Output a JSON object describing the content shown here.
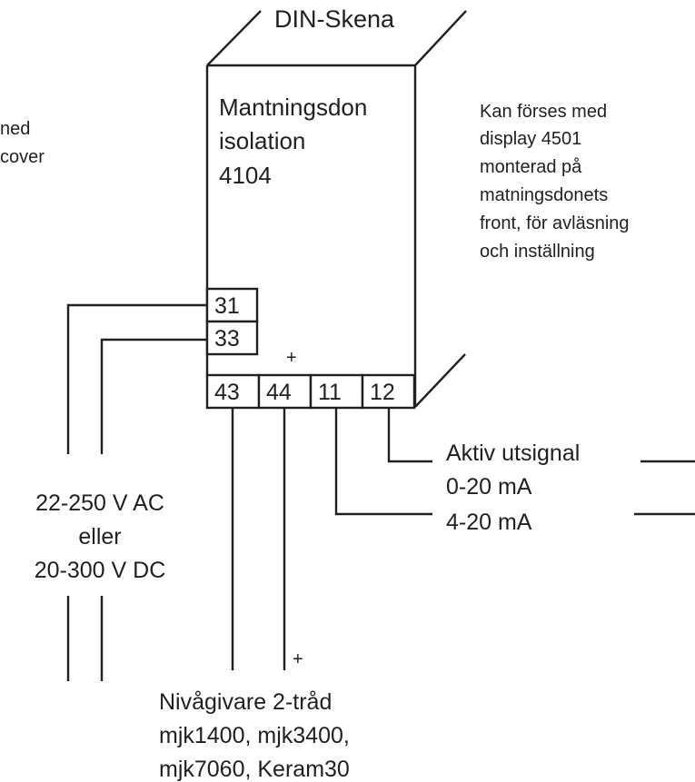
{
  "din_rail_label": "DIN-Skena",
  "module": {
    "lines": [
      "Mantningsdon",
      "isolation",
      "4104"
    ]
  },
  "side_note": {
    "lines": [
      "Kan förses med",
      "display 4501",
      "monterad på",
      "matningsdonets",
      "front, för avläsning",
      "och inställning"
    ]
  },
  "left_fragment": {
    "lines": [
      "ned",
      "cover"
    ]
  },
  "terminals": {
    "t31": "31",
    "t33": "33",
    "t43": "43",
    "t44": "44",
    "t11": "11",
    "t12": "12"
  },
  "plus_sign": "+",
  "supply": {
    "lines": [
      "22-250 V AC",
      "eller",
      "20-300 V DC"
    ]
  },
  "output": {
    "lines": [
      "Aktiv utsignal",
      "0-20 mA",
      "4-20 mA"
    ]
  },
  "transmitter": {
    "lines": [
      "Nivågivare 2-tråd",
      "mjk1400, mjk3400,",
      "mjk7060, Keram30"
    ]
  },
  "colors": {
    "line": "#231f20",
    "background": "#ffffff"
  }
}
